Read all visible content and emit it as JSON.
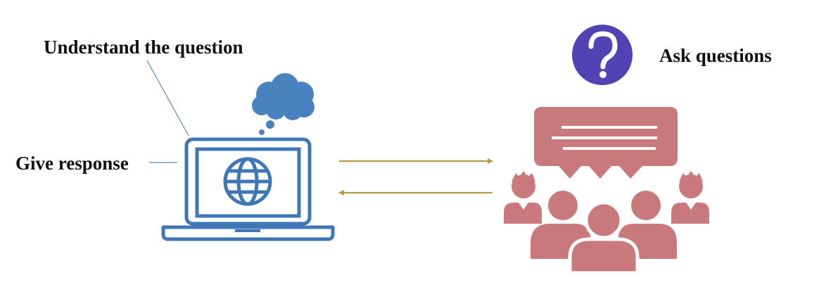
{
  "labels": {
    "understand": "Understand the question",
    "give_response": "Give response",
    "ask_questions": "Ask questions"
  },
  "icons": {
    "question_badge": "question-mark-icon",
    "thought_cloud": "thought-cloud-icon",
    "laptop": "laptop-icon",
    "globe": "globe-icon",
    "speech_bubble": "speech-bubble-icon",
    "people_group": "people-group-icon"
  },
  "colors": {
    "laptop_blue": "#3f76b5",
    "cloud_blue": "#4a82bf",
    "people_red": "#c9797b",
    "badge_purple": "#5243b4",
    "arrow_gold": "#b59a4a",
    "leader_line": "#5b86b8"
  }
}
